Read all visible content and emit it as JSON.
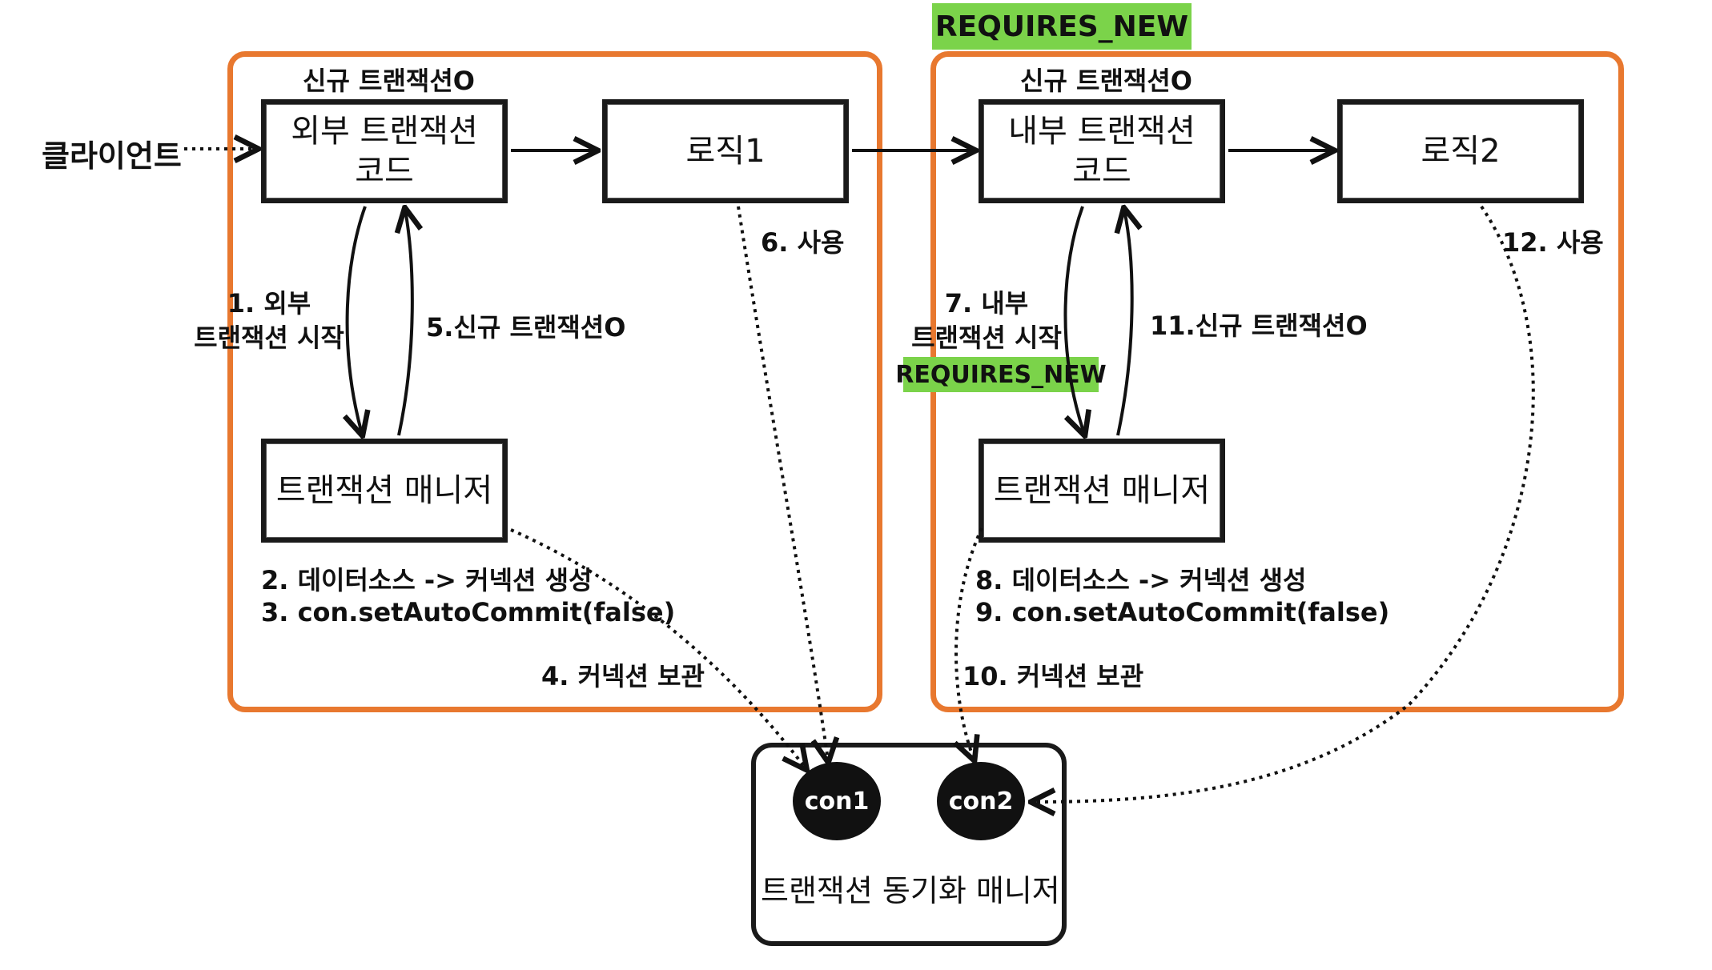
{
  "labels": {
    "client": "클라이언트",
    "requires_new_top": "REQUIRES_NEW",
    "requires_new_mid": "REQUIRES_NEW",
    "left_new_tx": "신규 트랜잭션O",
    "right_new_tx": "신규 트랜잭션O"
  },
  "boxes": {
    "outer_code": "외부 트랜잭션\n코드",
    "logic1": "로직1",
    "tx_manager_left": "트랜잭션 매니저",
    "inner_code": "내부 트랜잭션\n코드",
    "logic2": "로직2",
    "tx_manager_right": "트랜잭션 매니저"
  },
  "steps": {
    "s1": "1. 외부\n트랜잭션 시작",
    "s2": "2. 데이터소스 -> 커넥션 생성",
    "s3": "3. con.setAutoCommit(false)",
    "s4": "4. 커넥션 보관",
    "s5": "5.신규 트랜잭션O",
    "s6": "6. 사용",
    "s7": "7. 내부\n트랜잭션 시작",
    "s8": "8. 데이터소스 -> 커넥션 생성",
    "s9": "9. con.setAutoCommit(false)",
    "s10": "10. 커넥션 보관",
    "s11": "11.신규 트랜잭션O",
    "s12": "12. 사용"
  },
  "sync_manager": {
    "title": "트랜잭션 동기화 매니저",
    "con1": "con1",
    "con2": "con2"
  },
  "colors": {
    "container_border": "#e8782f",
    "tag_bg": "#7bd34a",
    "ink": "#111111"
  }
}
